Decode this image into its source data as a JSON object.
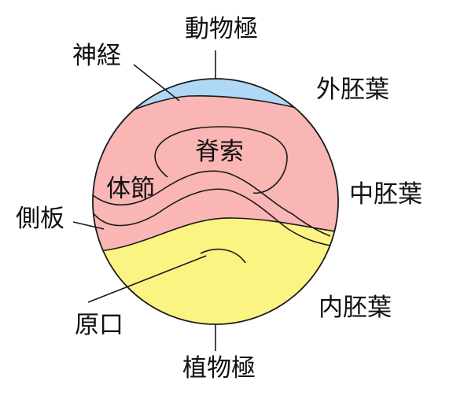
{
  "labels": {
    "animal_pole": "動物極",
    "vegetal_pole": "植物極",
    "neural": "神経",
    "ectoderm": "外胚葉",
    "notochord": "脊索",
    "somite": "体節",
    "mesoderm": "中胚葉",
    "lateral_plate": "側板",
    "blastopore": "原口",
    "endoderm": "内胚葉"
  },
  "colors": {
    "ectoderm": "#aed8f5",
    "mesoderm": "#f9b6b4",
    "endoderm": "#fbf483",
    "outline": "#1a1a1a"
  }
}
